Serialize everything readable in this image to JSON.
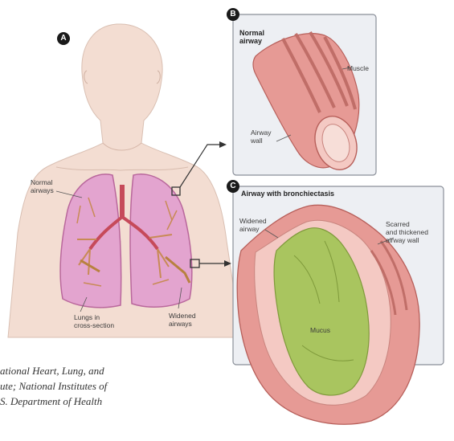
{
  "panels": {
    "a": {
      "letter": "A"
    },
    "b": {
      "letter": "B",
      "title": "Normal\nairway",
      "labels": {
        "muscle": "Muscle",
        "airway_wall": "Airway\nwall"
      }
    },
    "c": {
      "letter": "C",
      "title": "Airway with bronchiectasis",
      "labels": {
        "widened_airway": "Widened\nairway",
        "scarred_wall": "Scarred\nand thickened\nairway wall",
        "mucus": "Mucus"
      }
    }
  },
  "lungs": {
    "labels": {
      "normal_airways": "Normal\nairways",
      "lungs_cross_section": "Lungs in\ncross-section",
      "widened_airways": "Widened\nairways"
    }
  },
  "credit": {
    "text": "ational Heart, Lung, and\nute; National Institutes of\nS. Department of Health"
  },
  "colors": {
    "skin": "#f3ddd2",
    "lung_fill": "#e3a4cf",
    "airway_wall": "#e69a95",
    "mucus": "#a9c55f",
    "panel_bg": "#edeff3"
  }
}
